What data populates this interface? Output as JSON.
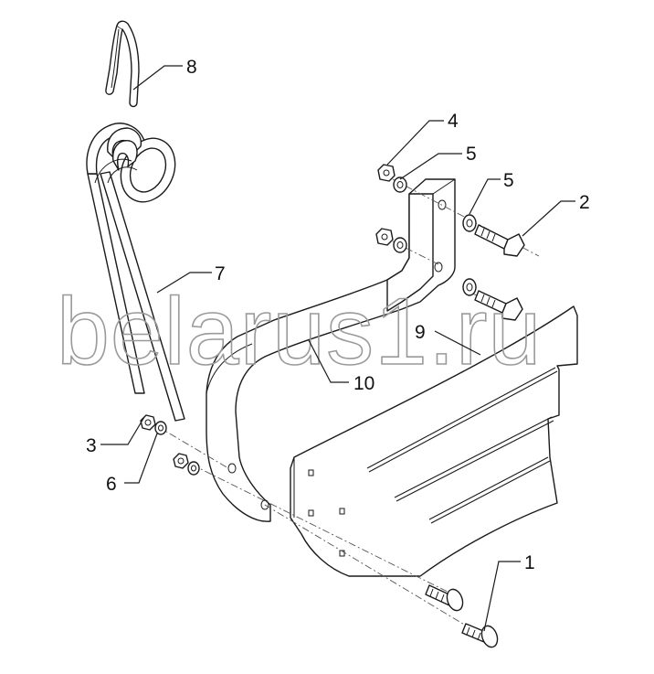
{
  "watermark": "belarus1.ru",
  "callouts": [
    {
      "id": "c1",
      "label": "1"
    },
    {
      "id": "c2",
      "label": "2"
    },
    {
      "id": "c3",
      "label": "3"
    },
    {
      "id": "c4",
      "label": "4"
    },
    {
      "id": "c5a",
      "label": "5"
    },
    {
      "id": "c5b",
      "label": "5"
    },
    {
      "id": "c6",
      "label": "6"
    },
    {
      "id": "c7",
      "label": "7"
    },
    {
      "id": "c8",
      "label": "8"
    },
    {
      "id": "c9",
      "label": "9"
    },
    {
      "id": "c10",
      "label": "10"
    }
  ]
}
